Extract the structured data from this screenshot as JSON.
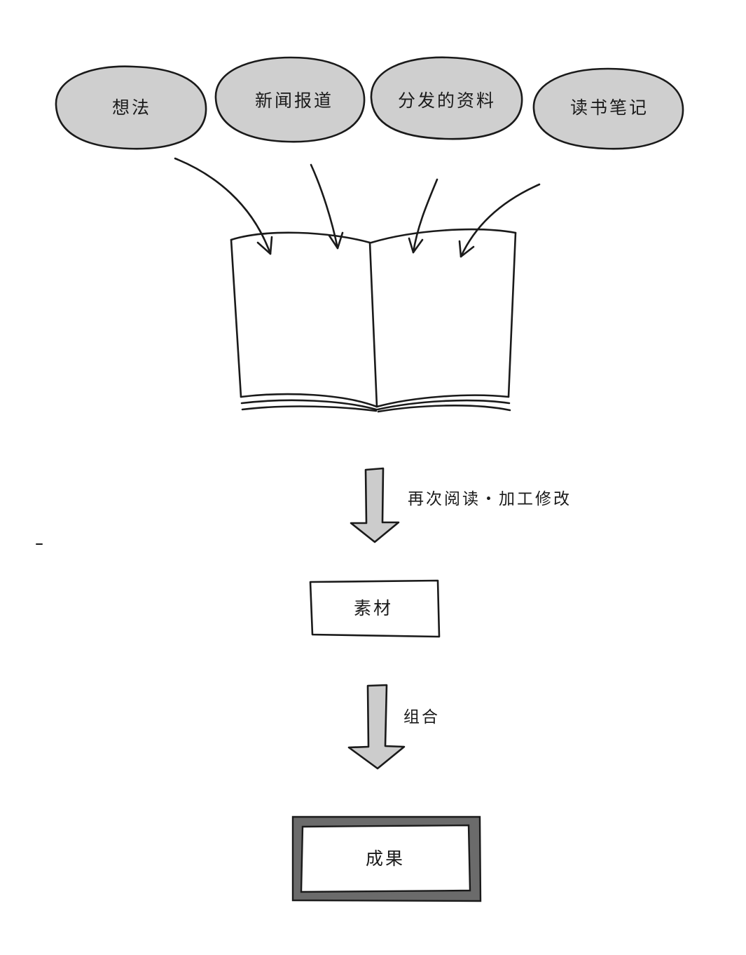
{
  "sources": [
    {
      "label": "想法"
    },
    {
      "label": "新闻报道"
    },
    {
      "label": "分发的资料"
    },
    {
      "label": "读书笔记"
    }
  ],
  "steps": {
    "step1_label": "再次阅读・加工修改",
    "material_label": "素材",
    "step2_label": "组合",
    "result_label": "成果"
  },
  "colors": {
    "blob_fill": "#cfcfcf",
    "arrow_fill": "#cccccc",
    "result_frame": "#6b6b6b",
    "ink": "#1a1a1a"
  }
}
